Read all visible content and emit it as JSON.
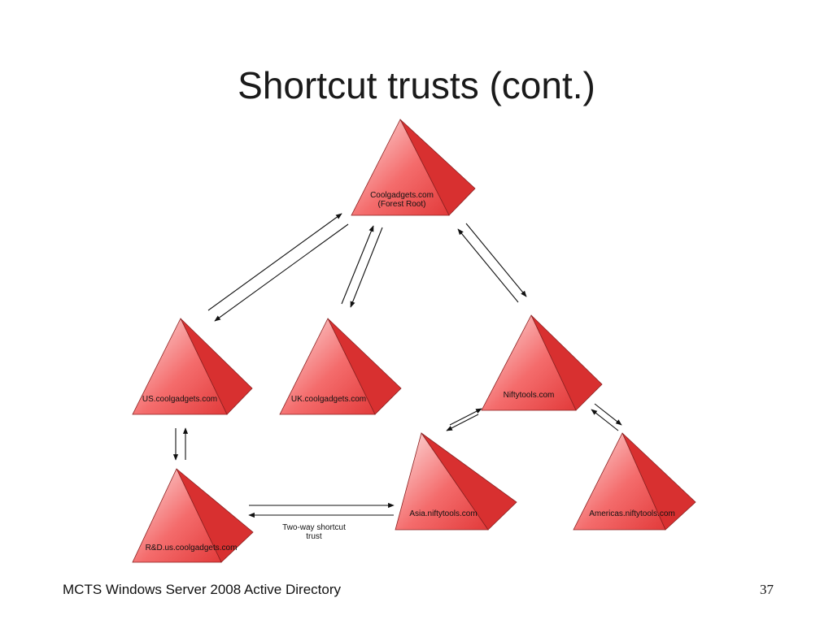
{
  "slide": {
    "title": "Shortcut trusts (cont.)",
    "footer": "MCTS Windows Server 2008 Active Directory",
    "page_number": "37"
  },
  "diagram": {
    "colors": {
      "pyramid_light": "#fde2e2",
      "pyramid_mid": "#f46c6c",
      "pyramid_dark": "#e23a3a",
      "pyramid_right_face": "#d83030",
      "outline": "#8a2020",
      "arrow": "#111111"
    },
    "nodes": [
      {
        "id": "coolgadgets",
        "label_lines": [
          "Coolgadgets.com",
          "(Forest Root)"
        ]
      },
      {
        "id": "us",
        "label_lines": [
          "US.coolgadgets.com"
        ]
      },
      {
        "id": "uk",
        "label_lines": [
          "UK.coolgadgets.com"
        ]
      },
      {
        "id": "niftytools",
        "label_lines": [
          "Niftytools.com"
        ]
      },
      {
        "id": "rd",
        "label_lines": [
          "R&D.us.coolgadgets.com"
        ]
      },
      {
        "id": "asia",
        "label_lines": [
          "Asia.niftytools.com"
        ]
      },
      {
        "id": "americas",
        "label_lines": [
          "Americas.niftytools.com"
        ]
      }
    ],
    "edges": [
      {
        "from": "coolgadgets",
        "to": "us",
        "type": "two-way trust"
      },
      {
        "from": "coolgadgets",
        "to": "uk",
        "type": "two-way trust"
      },
      {
        "from": "coolgadgets",
        "to": "niftytools",
        "type": "two-way trust"
      },
      {
        "from": "us",
        "to": "rd",
        "type": "two-way trust"
      },
      {
        "from": "niftytools",
        "to": "asia",
        "type": "two-way trust"
      },
      {
        "from": "niftytools",
        "to": "americas",
        "type": "two-way trust"
      },
      {
        "from": "rd",
        "to": "asia",
        "type": "two-way shortcut trust",
        "caption_lines": [
          "Two-way shortcut",
          "trust"
        ]
      }
    ]
  }
}
